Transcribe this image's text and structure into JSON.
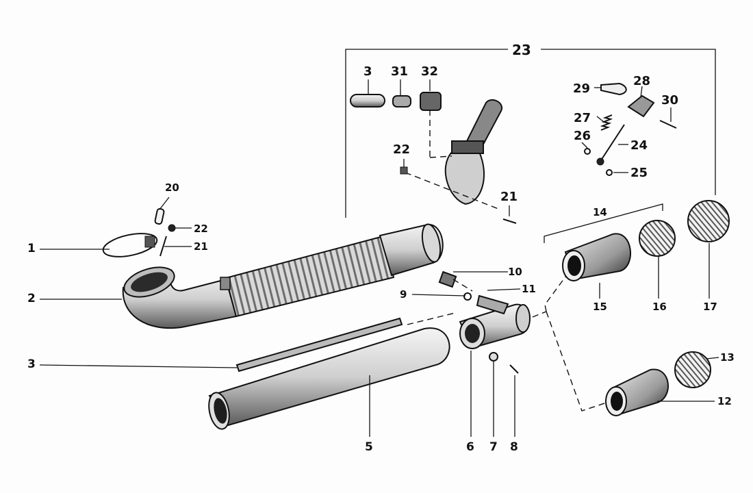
{
  "diagram": {
    "callouts": {
      "c1": "1",
      "c2": "2",
      "c3": "3",
      "c5": "5",
      "c6": "6",
      "c7": "7",
      "c8": "8",
      "c9": "9",
      "c10": "10",
      "c11": "11",
      "c12": "12",
      "c13": "13",
      "c14": "14",
      "c15": "15",
      "c16": "16",
      "c17": "17",
      "c20": "20",
      "c21": "21",
      "c22": "22",
      "c23": "23",
      "c3b": "3",
      "c31": "31",
      "c32": "32",
      "c22b": "22",
      "c21b": "21",
      "c27": "27",
      "c26": "26",
      "c24": "24",
      "c25": "25",
      "c28": "28",
      "c29": "29",
      "c30": "30"
    },
    "colors": {
      "ink": "#111111",
      "paper": "#fdfdfd",
      "shade": "#7a7a7a",
      "light": "#e6e6e6"
    }
  }
}
